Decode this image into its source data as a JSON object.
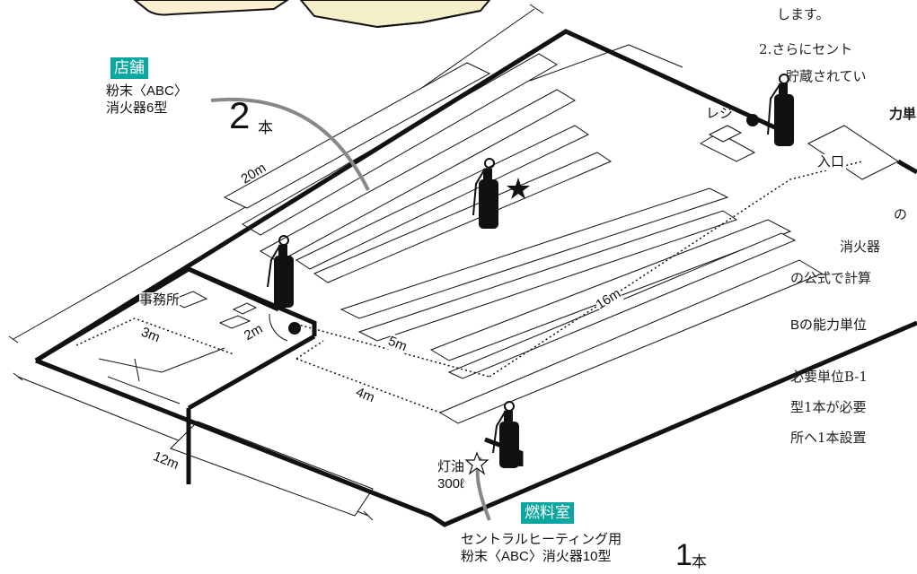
{
  "store": {
    "tag": "店舗",
    "line1": "粉末〈ABC〉",
    "line2": "消火器6型",
    "count": "2",
    "unit": "本"
  },
  "fuel": {
    "tag": "燃料室",
    "line1": "セントラルヒーティング用",
    "line2": "粉末〈ABC〉消火器10型",
    "count": "1",
    "unit": "本"
  },
  "labels": {
    "register": "レジ",
    "entrance": "入口",
    "office": "事務所",
    "kerosene": "灯油",
    "kerosene_amount": "300ℓ"
  },
  "dimensions": {
    "d20": "20m",
    "d12": "12m",
    "d16": "16m",
    "d3": "3m",
    "d2": "2m",
    "d5": "5m",
    "d4": "4m"
  },
  "side_text": {
    "t1": "します。",
    "t2": "2.さらにセント",
    "t3": "貯蔵されてい",
    "t4": "力単",
    "t5": "の",
    "t6": "消火器",
    "t7": "の公式で計算",
    "t8": "Bの能力単位",
    "t9": "必要単位B-1",
    "t10": "型1本が必要",
    "t11": "所へ1本設置"
  },
  "colors": {
    "accent": "#0aa7a0",
    "line": "#111111",
    "arrow": "#888888"
  },
  "icons": [
    "extinguisher-icon",
    "star-filled-icon",
    "star-outline-icon",
    "dot-icon"
  ]
}
